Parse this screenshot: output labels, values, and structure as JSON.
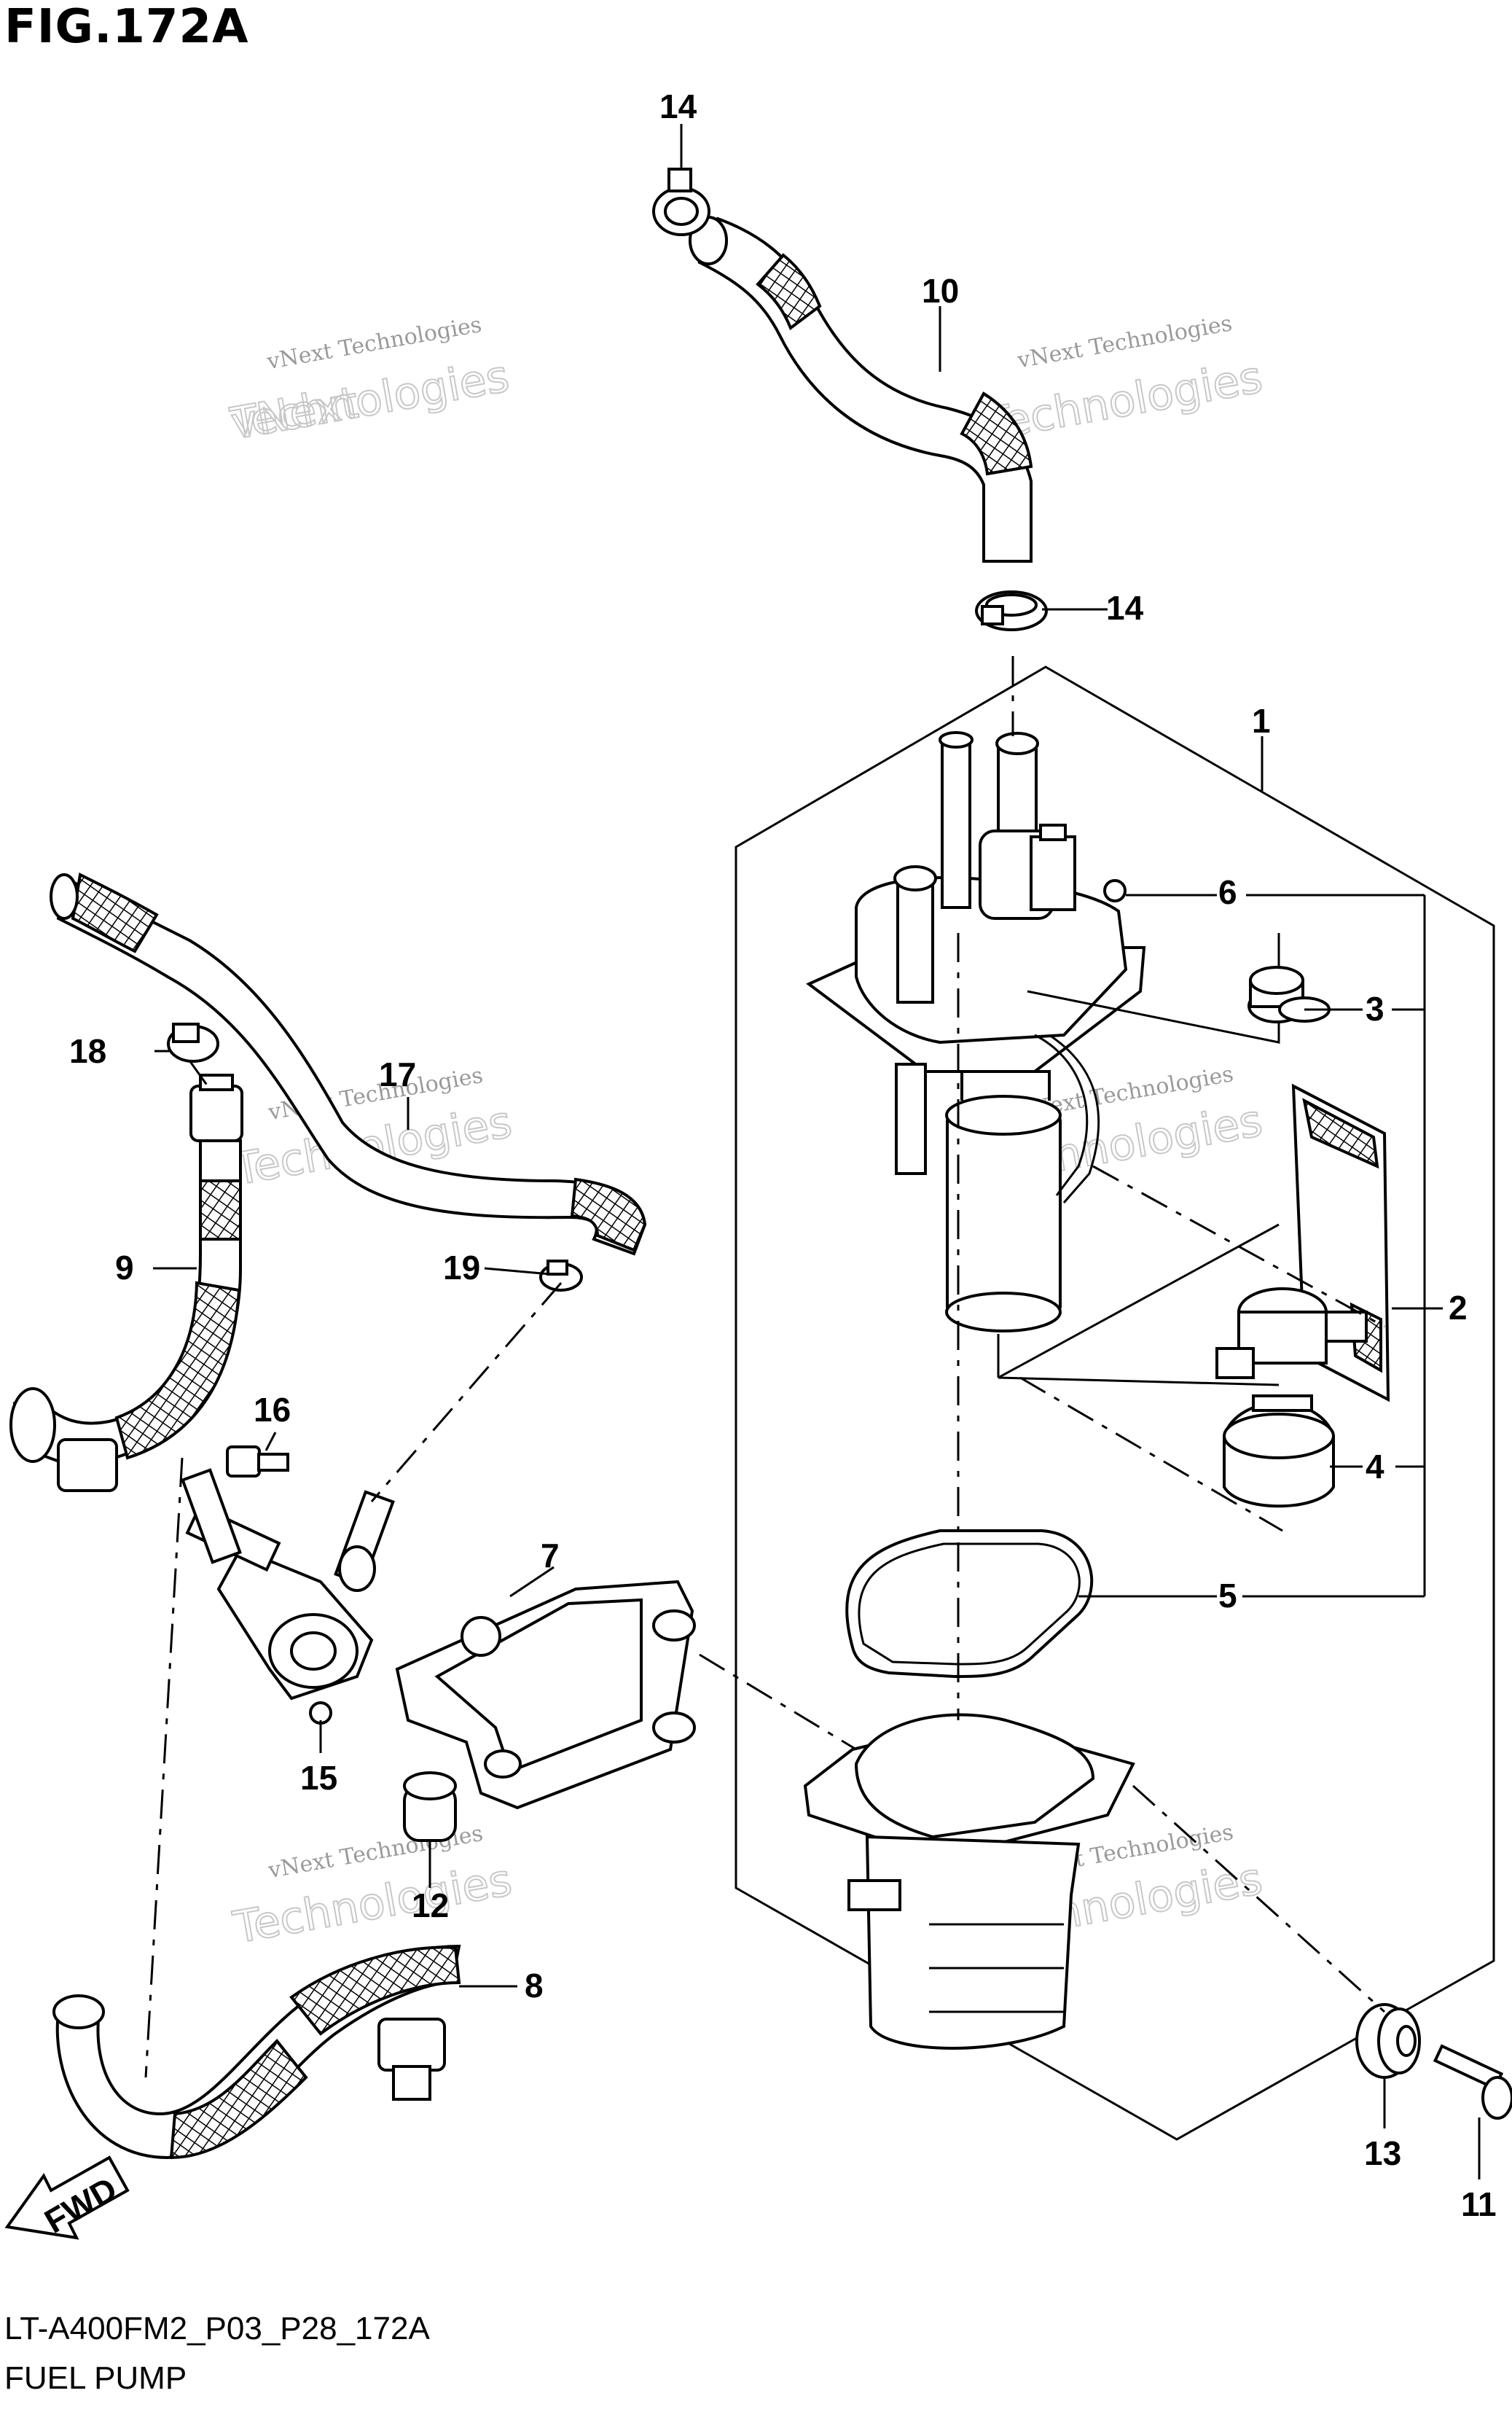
{
  "header": {
    "figure_title": "FIG.172A"
  },
  "footer": {
    "diagram_code": "LT-A400FM2_P03_P28_172A",
    "diagram_name": "FUEL PUMP"
  },
  "direction": {
    "label": "FWD"
  },
  "watermark": {
    "line1": "vNext",
    "line2": "Technologies",
    "small": "vNext Technologies"
  },
  "callouts": {
    "c1": "1",
    "c2": "2",
    "c3": "3",
    "c4": "4",
    "c5": "5",
    "c6": "6",
    "c7": "7",
    "c8": "8",
    "c9": "9",
    "c10": "10",
    "c11": "11",
    "c12": "12",
    "c13": "13",
    "c14a": "14",
    "c14b": "14",
    "c15": "15",
    "c16": "16",
    "c17": "17",
    "c18": "18",
    "c19": "19"
  }
}
